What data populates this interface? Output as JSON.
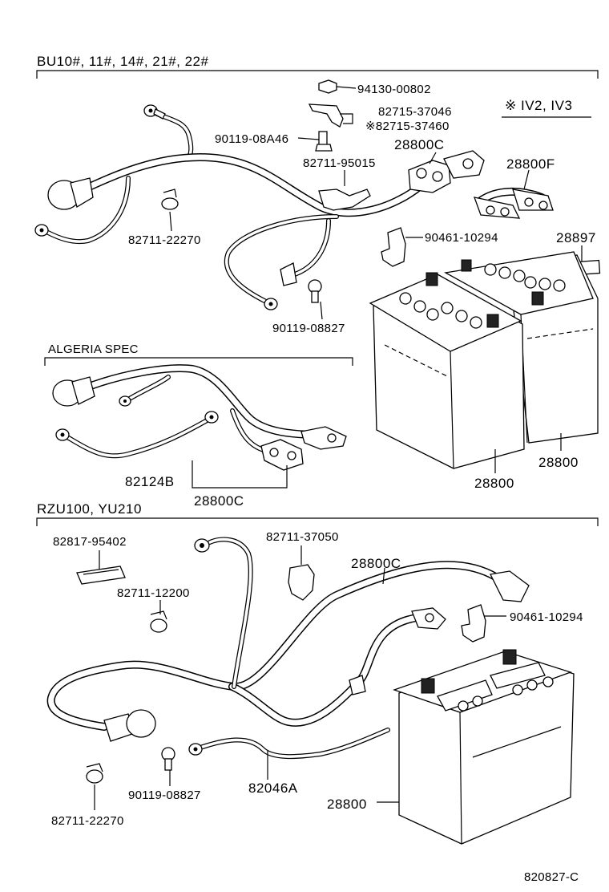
{
  "sections": {
    "top": {
      "title": "BU10#, 11#, 14#, 21#, 22#"
    },
    "algeria": {
      "title": "ALGERIA SPEC"
    },
    "bottom": {
      "title": "RZU100, YU210"
    }
  },
  "note": {
    "text": "※ IV2, IV3"
  },
  "labels": {
    "p94130": "94130-00802",
    "p82715a": "82715-37046",
    "p82715b": "※82715-37460",
    "p90119a": "90119-08A46",
    "p28800c_top": "28800C",
    "p82711_95015": "82711-95015",
    "p28800f": "28800F",
    "p82711_22270_top": "82711-22270",
    "p90461_top": "90461-10294",
    "p28897": "28897",
    "p90119_top": "90119-08827",
    "p28800_a": "28800",
    "p28800_b": "28800",
    "p82124b": "82124B",
    "p28800c_alg": "28800C",
    "p82817": "82817-95402",
    "p82711_37050": "82711-37050",
    "p28800c_bot": "28800C",
    "p82711_12200": "82711-12200",
    "p90461_bot": "90461-10294",
    "p90119_bot": "90119-08827",
    "p82046a": "82046A",
    "p28800_bot": "28800",
    "p82711_22270_bot": "82711-22270"
  },
  "footer": {
    "code": "820827-C"
  }
}
